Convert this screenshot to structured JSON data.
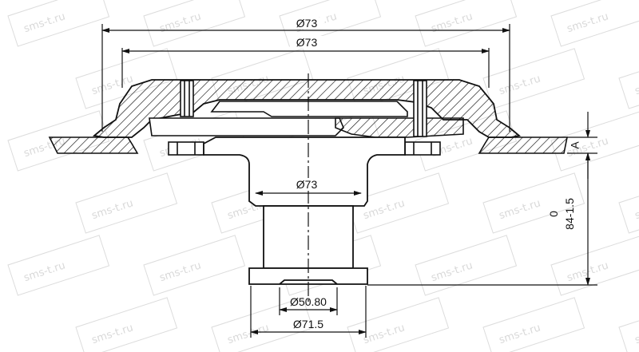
{
  "drawing": {
    "dimensions": {
      "outer_top": "Ø73",
      "outer_second": "Ø73",
      "shaft": "Ø73",
      "inner_bore": "Ø50.80",
      "flange_bottom": "Ø71.5",
      "height_value": "84-1.5",
      "height_tolerance_top": "0",
      "datum": "A"
    },
    "watermark": {
      "text": "sms-t.ru"
    },
    "colors": {
      "line": "#111111",
      "watermark": "#d9d9d9"
    }
  }
}
